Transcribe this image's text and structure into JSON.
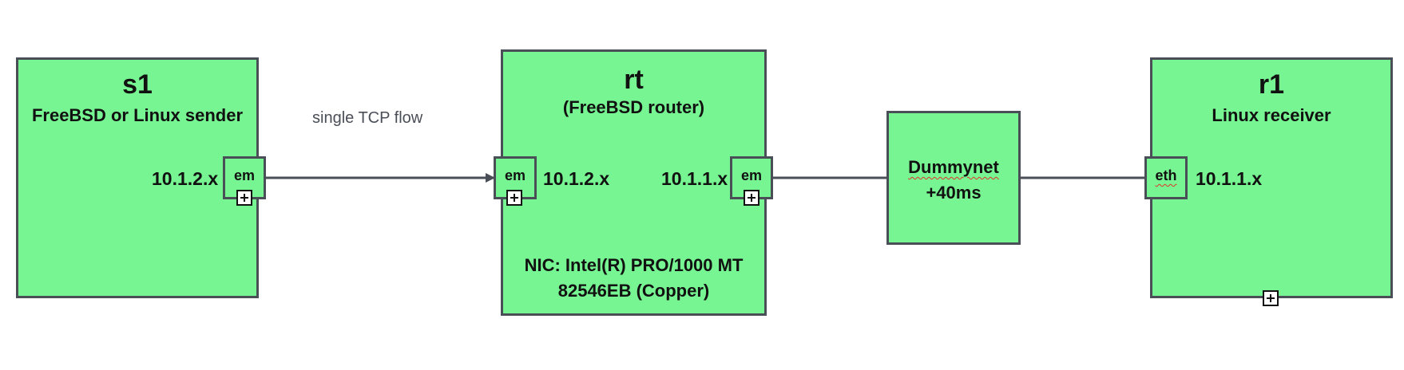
{
  "nodes": {
    "s1": {
      "title": "s1",
      "subtitle": "FreeBSD or Linux sender",
      "port": "em",
      "ip": "10.1.2.x"
    },
    "rt": {
      "title": "rt",
      "subtitle": "(FreeBSD router)",
      "left_port": "em",
      "left_ip": "10.1.2.x",
      "right_port": "em",
      "right_ip": "10.1.1.x",
      "nic_line1": "NIC: Intel(R) PRO/1000 MT",
      "nic_line2": "82546EB (Copper)"
    },
    "dummynet": {
      "title": "Dummynet",
      "delay": "+40ms"
    },
    "r1": {
      "title": "r1",
      "subtitle": "Linux receiver",
      "port": "eth",
      "ip": "10.1.1.x"
    }
  },
  "flow_label": "single TCP flow",
  "colors": {
    "node_fill": "#77f592",
    "border": "#4a4f57",
    "edge": "#4a4f57",
    "spell_underline": "#e0352b"
  },
  "icons": {
    "expand": "plus-box-icon",
    "arrow": "arrowhead-icon"
  }
}
